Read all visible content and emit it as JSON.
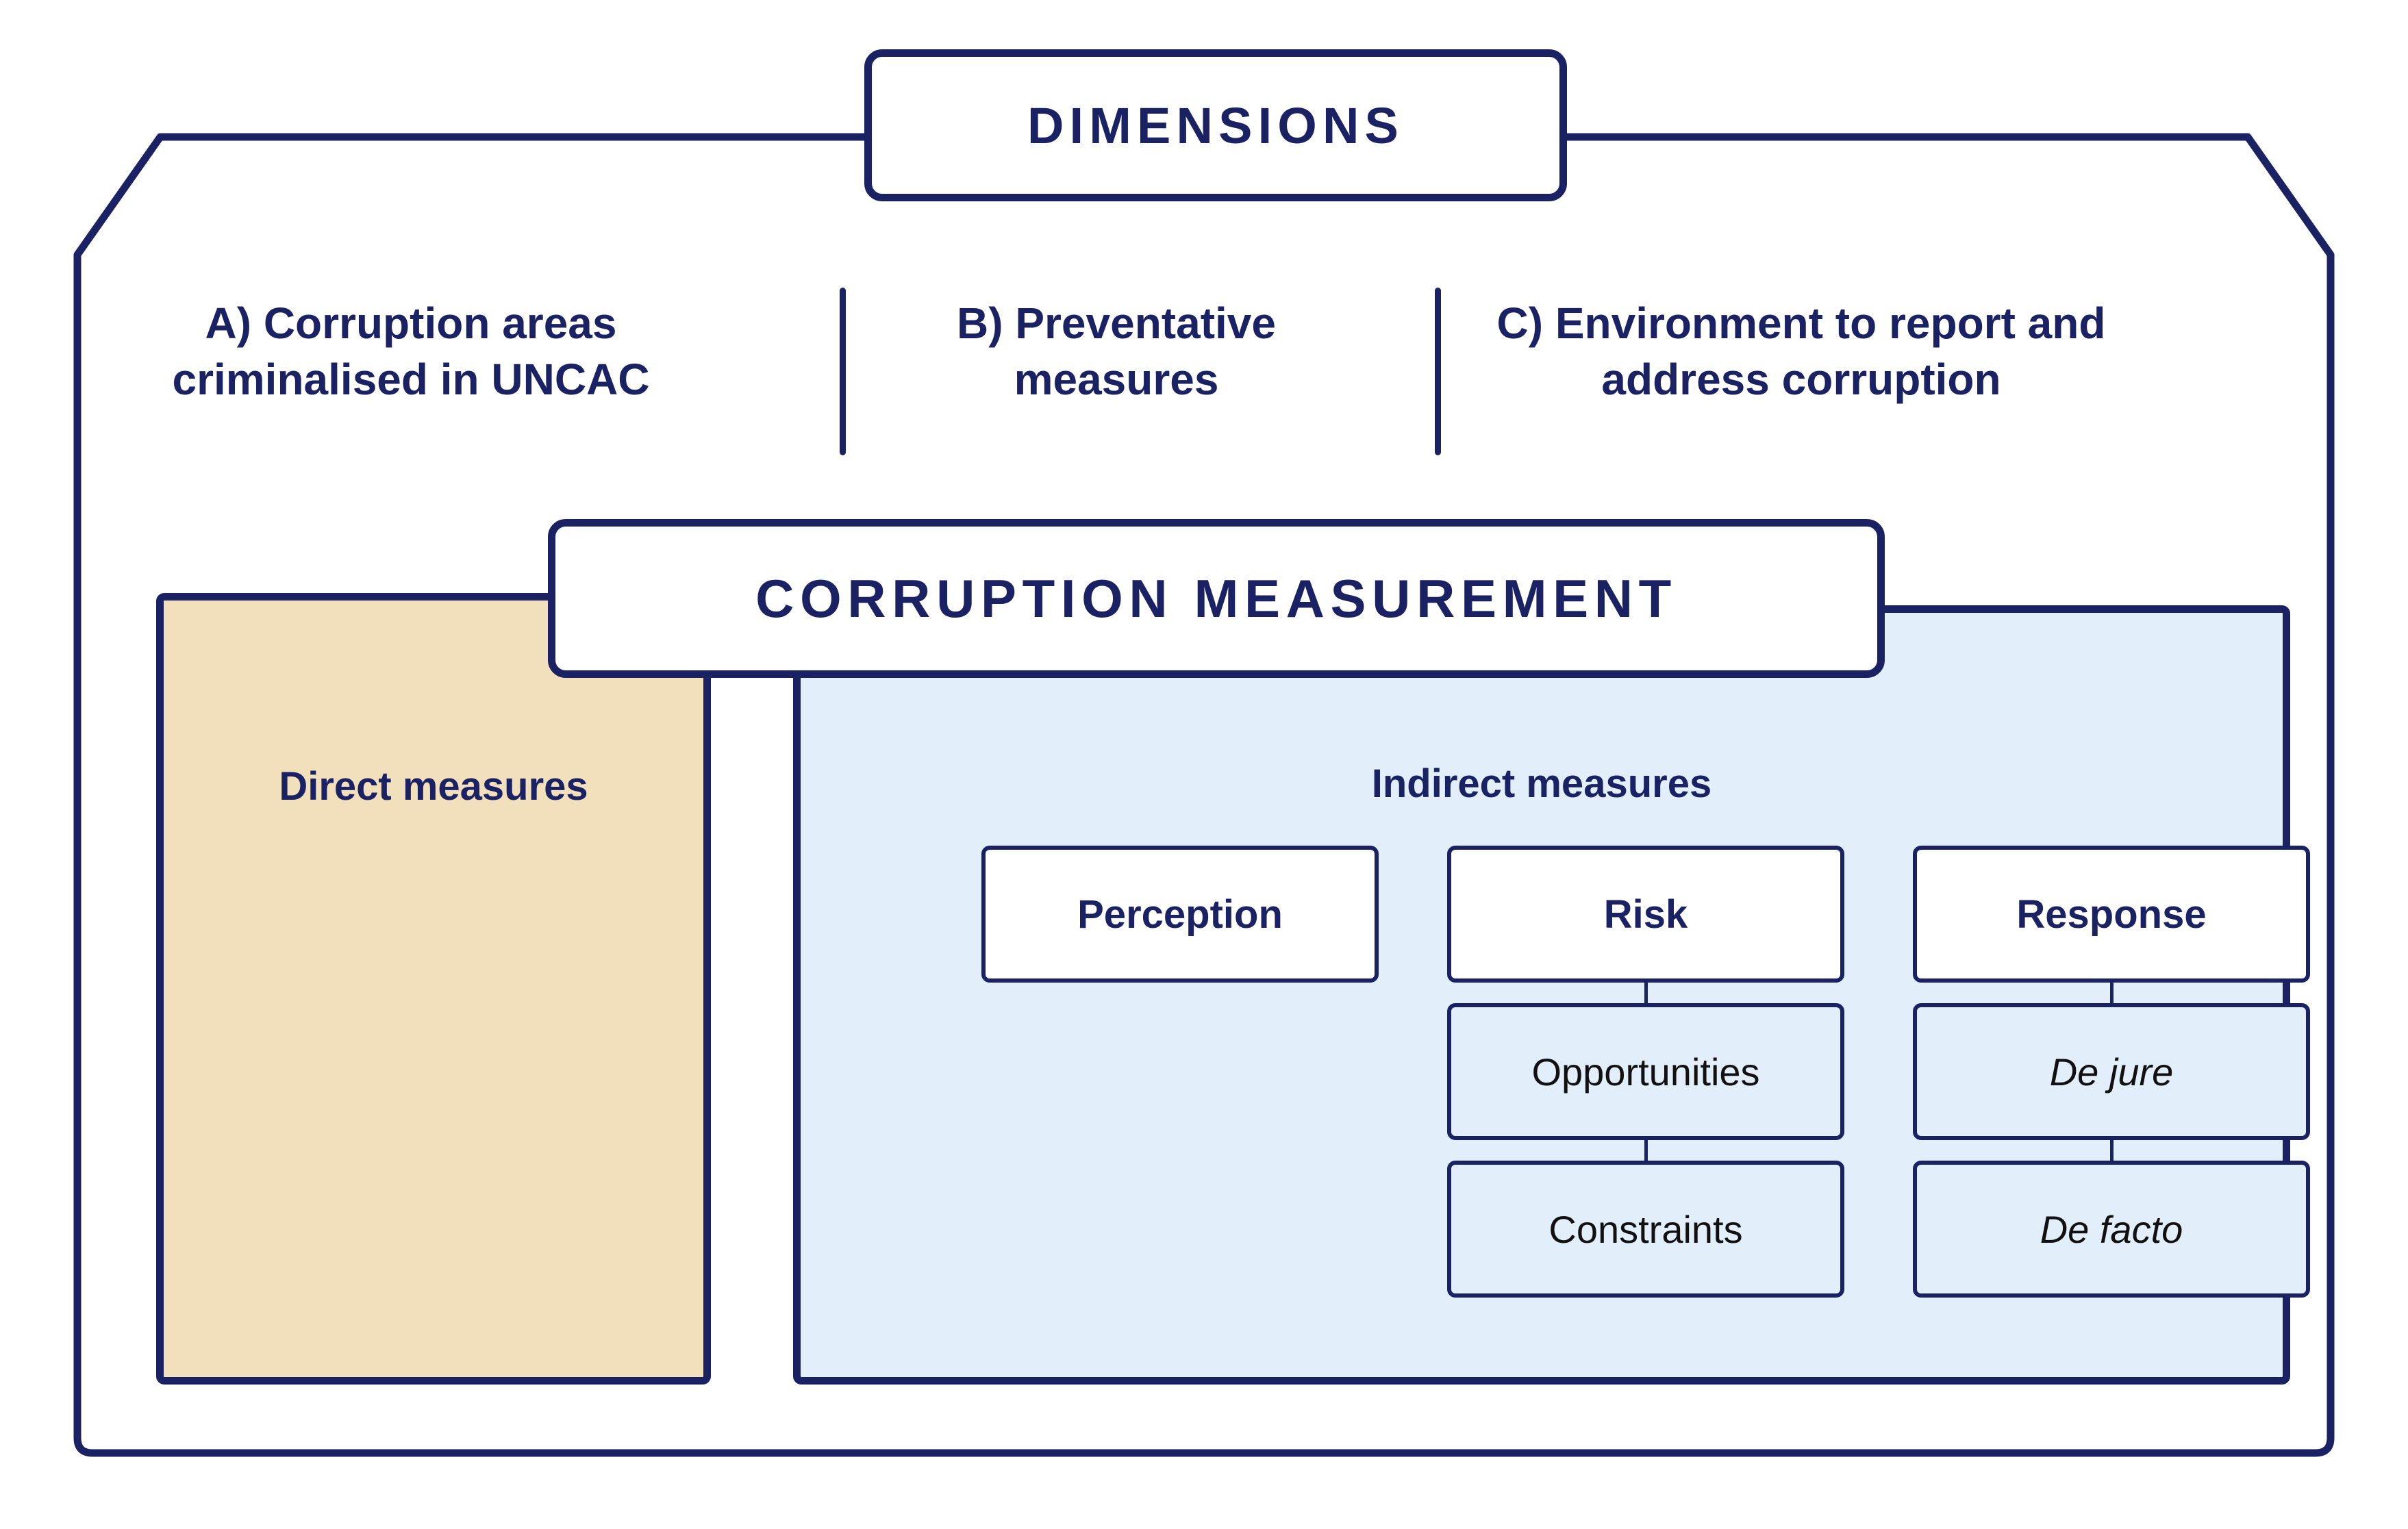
{
  "title_banner": {
    "label": "DIMENSIONS"
  },
  "measurement_banner": {
    "label": "CORRUPTION MEASUREMENT"
  },
  "dimensions": {
    "columns": [
      {
        "id": "A",
        "label": "A) Corruption areas criminalised in UNCAC"
      },
      {
        "id": "B",
        "label": "B) Preventative measures"
      },
      {
        "id": "C",
        "label": "C) Environment to report and address corruption"
      }
    ]
  },
  "measurement": {
    "direct": {
      "label": "Direct measures"
    },
    "indirect": {
      "label": "Indirect measures",
      "branches": [
        {
          "head": "Perception",
          "children": []
        },
        {
          "head": "Risk",
          "children": [
            {
              "label": "Opportunities",
              "style": "normal"
            },
            {
              "label": "Constraints",
              "style": "normal"
            }
          ]
        },
        {
          "head": "Response",
          "children": [
            {
              "label": "De jure",
              "style": "italic"
            },
            {
              "label": "De facto",
              "style": "italic"
            }
          ]
        }
      ]
    }
  },
  "colors": {
    "navy": "#1a2264",
    "beige": "#f2e0bc",
    "light_blue": "#e2eef9",
    "white": "#ffffff",
    "black_text": "#111111"
  }
}
